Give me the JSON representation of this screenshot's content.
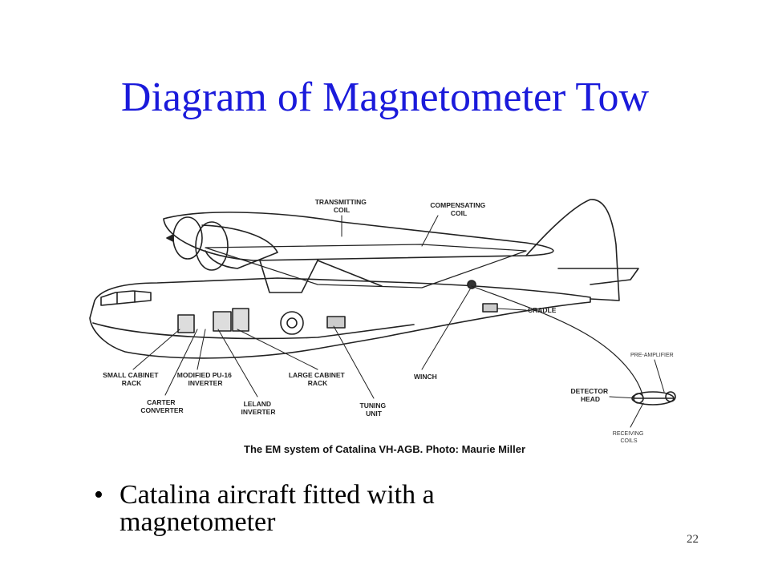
{
  "slide": {
    "title": "Diagram of Magnetometer Tow",
    "bullet_text": "Catalina aircraft fitted with a magnetometer",
    "bullet_symbol": "•",
    "page_number": "22"
  },
  "diagram": {
    "caption": "The EM system of Catalina VH-AGB.  Photo: Maurie Miller",
    "labels": {
      "transmitting_coil": [
        "TRANSMITTING",
        "COIL"
      ],
      "compensating_coil": [
        "COMPENSATING",
        "COIL"
      ],
      "cradle": "CRADLE",
      "small_cabinet_rack": [
        "SMALL CABINET",
        "RACK"
      ],
      "modified_inverter": [
        "MODIFIED PU-16",
        "INVERTER"
      ],
      "carter_converter": [
        "CARTER",
        "CONVERTER"
      ],
      "leland_inverter": [
        "LELAND",
        "INVERTER"
      ],
      "large_cabinet_rack": [
        "LARGE CABINET",
        "RACK"
      ],
      "tuning_unit": [
        "TUNING",
        "UNIT"
      ],
      "winch": "WINCH",
      "pre_amplifier": "PRE-AMPLIFIER",
      "detector_head": [
        "DETECTOR",
        "HEAD"
      ],
      "receiving_coils": [
        "RECEIVING",
        "COILS"
      ]
    }
  },
  "colors": {
    "title": "#1a1adb",
    "ink": "#222222"
  }
}
